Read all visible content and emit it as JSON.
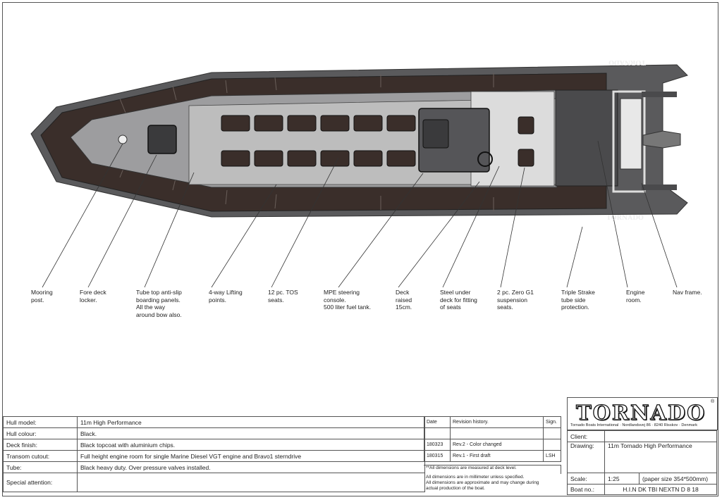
{
  "brand": {
    "name": "TORNADO",
    "registered": "®",
    "address": "Tornado Boats International · Nordlandsvej 86 · 8240 Risskov · Denmark",
    "hull_marking": "TORNADO"
  },
  "callouts": [
    {
      "id": "mooring-post",
      "text": "Mooring\npost."
    },
    {
      "id": "fore-deck-locker",
      "text": "Fore deck\nlocker."
    },
    {
      "id": "tube-top-panels",
      "text": "Tube top anti-slip\nboarding panels.\nAll the way\naround bow also."
    },
    {
      "id": "lifting-points",
      "text": "4-way Lifting\npoints."
    },
    {
      "id": "tos-seats",
      "text": "12 pc. TOS\nseats."
    },
    {
      "id": "steering-console",
      "text": "MPE steering\nconsole.\n500 liter fuel tank."
    },
    {
      "id": "deck-raised",
      "text": "Deck\nraised\n15cm."
    },
    {
      "id": "steel-under-deck",
      "text": "Steel under\ndeck for fitting\nof seats"
    },
    {
      "id": "suspension-seats",
      "text": "2 pc. Zero G1\nsuspension\nseats."
    },
    {
      "id": "strake-tube",
      "text": "Triple Strake\ntube side\nprotection."
    },
    {
      "id": "engine-room",
      "text": "Engine\nroom."
    },
    {
      "id": "nav-frame",
      "text": "Nav frame."
    }
  ],
  "spec": [
    {
      "label": "Hull model:",
      "value": "11m High Performance"
    },
    {
      "label": "Hull colour:",
      "value": "Black."
    },
    {
      "label": "Deck finish:",
      "value": "Black topcoat with aluminium chips."
    },
    {
      "label": "Transom cutout:",
      "value": "Full height engine room for single Marine Diesel VGT engine and Bravo1 sterndrive"
    },
    {
      "label": "Tube:",
      "value": "Black heavy duty. Over pressure valves installed."
    },
    {
      "label": "Special attention:",
      "value": ""
    }
  ],
  "revision": {
    "headers": {
      "date": "Date",
      "history": "Revision history.",
      "sign": "Sign."
    },
    "rows": [
      {
        "date": "",
        "history": "",
        "sign": ""
      },
      {
        "date": "180323",
        "history": "Rev.2 - Color changed",
        "sign": ""
      },
      {
        "date": "180315",
        "history": "Rev.1 - First draft",
        "sign": "LSH"
      }
    ],
    "note_measure": "**All dimensions are measured at deck level.",
    "note_units": "All dimensions are in millimeter unless specified.\nAll dimensions are approximate and may change during\nactual production of the boat."
  },
  "meta": {
    "client_label": "Client:",
    "client_value": "",
    "drawing_label": "Drawing:",
    "drawing_value": "11m Tornado High Performance",
    "scale_label": "Scale:",
    "scale_value": "1:25",
    "paper_size": "(paper size 354*500mm)",
    "boat_label": "Boat no.:",
    "boat_value": "H.I.N DK TBI NEXTN D 8 18"
  },
  "colors": {
    "tube": "#3a2e2a",
    "hull": "#5a5a5c",
    "deck": "#bdbdbd",
    "deck_raised": "#dcdcdc",
    "console": "#555558"
  }
}
